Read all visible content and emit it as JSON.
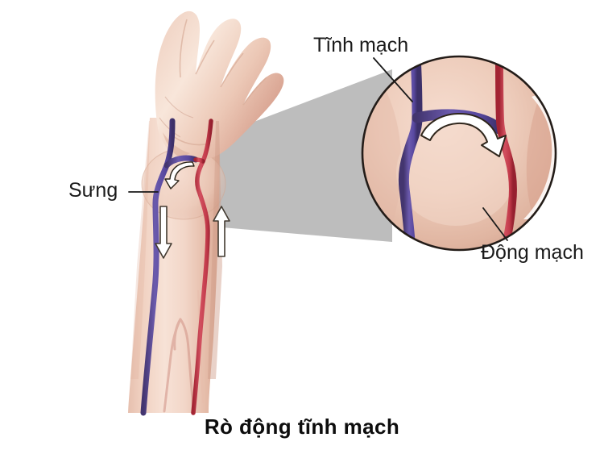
{
  "illustration": {
    "title": "Rò động tĩnh mạch",
    "subject": "arteriovenous-fistula-wrist",
    "background_color": "#ffffff"
  },
  "labels": {
    "vein": "Tĩnh mạch",
    "artery": "Động mạch",
    "swelling": "Sưng"
  },
  "caption": {
    "text": "Rò động tĩnh mạch"
  },
  "colors": {
    "vein": "#5b4b9e",
    "vein_dark": "#3e3275",
    "artery": "#c33a4a",
    "artery_dark": "#96202f",
    "skin_light": "#f3d8c9",
    "skin_mid": "#e8c3b0",
    "skin_shadow": "#d8a894",
    "magnifier_cone": "#bdbdbd",
    "circle_border": "#231c18",
    "arrow_fill": "#ffffff",
    "arrow_outline": "#2a2318",
    "label_text": "#1a1a1a",
    "caption_text": "#0d0d0d"
  },
  "arrows": {
    "vein_flow_direction": "down",
    "artery_flow_direction": "up",
    "fistula_flow_direction": "artery-to-vein"
  },
  "icons": {
    "vein_arrow": "arrow-down-icon",
    "artery_arrow": "arrow-up-icon",
    "fistula_arrow": "curved-arrow-left-icon",
    "magnifier": "magnifier-cone-icon"
  }
}
